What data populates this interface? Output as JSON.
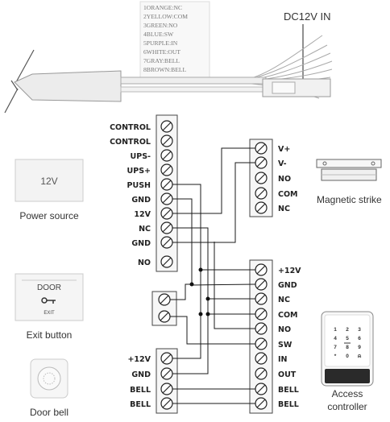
{
  "wire_legend": [
    "1ORANGE:NC",
    "2YELLOW:COM",
    "3GREEN:NO",
    "4BLUE:SW",
    "5PURPLE:IN",
    "6WHITE:OUT",
    "7GRAY:BELL",
    "8BROWN:BELL"
  ],
  "dc_input_label": "DC12V  IN",
  "power_supply_terminals": [
    "CONTROL",
    "CONTROL",
    "UPS-",
    "UPS+",
    "PUSH",
    "GND",
    "12V",
    "NC",
    "GND",
    "NO"
  ],
  "lock_terminals": [
    "V+",
    "V-",
    "NO",
    "COM",
    "NC"
  ],
  "controller_terminals": [
    "+12V",
    "GND",
    "NC",
    "COM",
    "NO",
    "SW",
    "IN",
    "OUT",
    "BELL",
    "BELL"
  ],
  "bell_terminals": [
    "+12V",
    "GND",
    "BELL",
    "BELL"
  ],
  "power_source": {
    "value": "12V",
    "caption": "Power source"
  },
  "magnetic_strike_caption": "Magnetic strike",
  "exit_button": {
    "title": "DOOR",
    "sub": "EXIT",
    "caption": "Exit button"
  },
  "door_bell_caption": "Door bell",
  "access_controller": {
    "keys": [
      "1",
      "2",
      "3",
      "4",
      "5",
      "6",
      "7",
      "8",
      "9",
      "*",
      "0",
      "⍾"
    ],
    "caption_line1": "Access",
    "caption_line2": "controller"
  }
}
